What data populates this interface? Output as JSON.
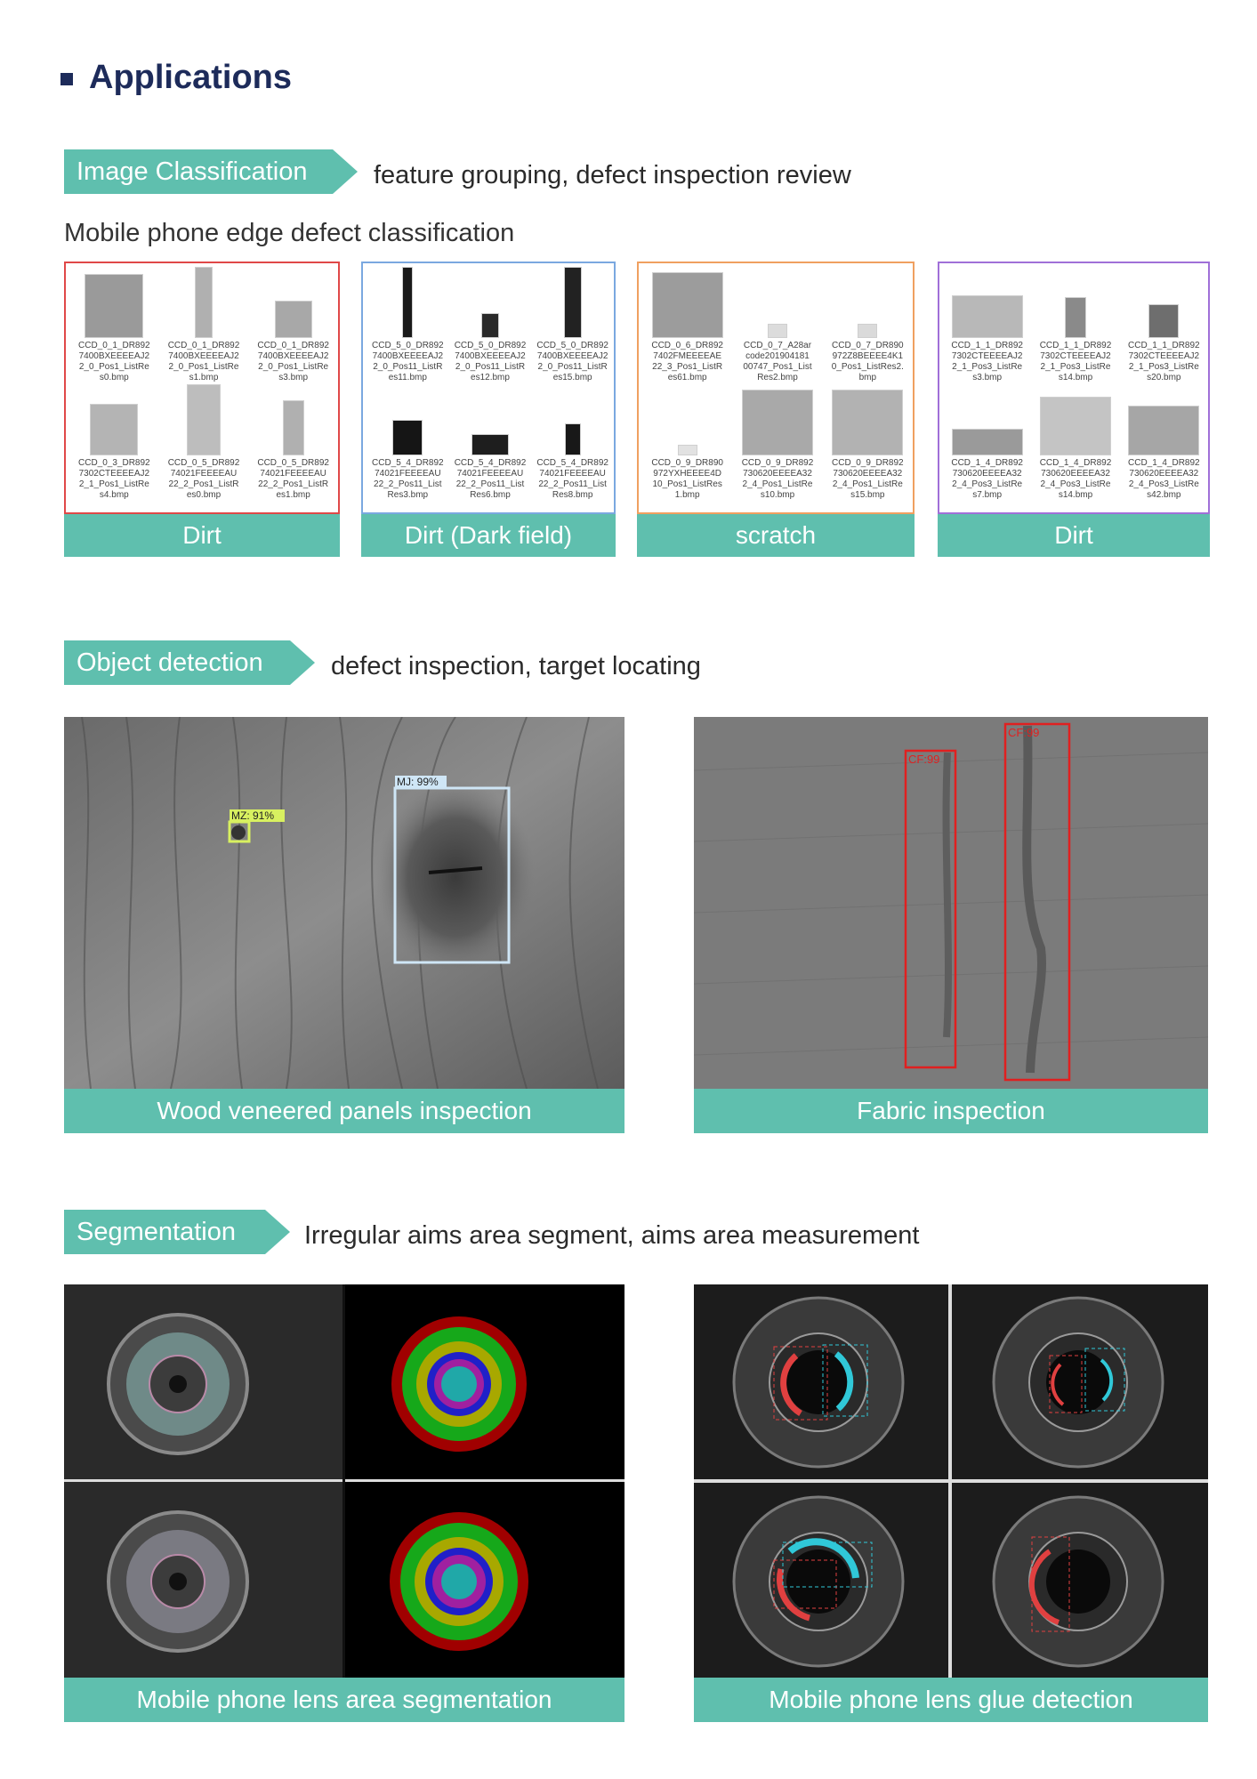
{
  "header": {
    "title": "Applications"
  },
  "sections": {
    "classification": {
      "tag": "Image Classification",
      "description": "feature grouping, defect inspection review",
      "subhead": "Mobile phone edge defect classification",
      "panels": [
        {
          "caption": "Dirt",
          "border": "#e04848",
          "thumbs": [
            "CCD_0_1_DR892\n7400BXEEEEAJ2\n2_0_Pos1_ListRe\ns0.bmp",
            "CCD_0_1_DR892\n7400BXEEEEAJ2\n2_0_Pos1_ListRe\ns1.bmp",
            "CCD_0_1_DR892\n7400BXEEEEAJ2\n2_0_Pos1_ListRe\ns3.bmp",
            "CCD_0_3_DR892\n7302CTEEEEAJ2\n2_1_Pos1_ListRe\ns4.bmp",
            "CCD_0_5_DR892\n74021FEEEEAU\n22_2_Pos1_ListR\nes0.bmp",
            "CCD_0_5_DR892\n74021FEEEEAU\n22_2_Pos1_ListR\nes1.bmp"
          ]
        },
        {
          "caption": "Dirt (Dark field)",
          "border": "#7aa8e0",
          "thumbs": [
            "CCD_5_0_DR892\n7400BXEEEEAJ2\n2_0_Pos11_ListR\nes11.bmp",
            "CCD_5_0_DR892\n7400BXEEEEAJ2\n2_0_Pos11_ListR\nes12.bmp",
            "CCD_5_0_DR892\n7400BXEEEEAJ2\n2_0_Pos11_ListR\nes15.bmp",
            "CCD_5_4_DR892\n74021FEEEEAU\n22_2_Pos11_List\nRes3.bmp",
            "CCD_5_4_DR892\n74021FEEEEAU\n22_2_Pos11_List\nRes6.bmp",
            "CCD_5_4_DR892\n74021FEEEEAU\n22_2_Pos11_List\nRes8.bmp"
          ]
        },
        {
          "caption": "scratch",
          "border": "#f0a060",
          "thumbs": [
            "CCD_0_6_DR892\n7402FMEEEEAE\n22_3_Pos1_ListR\nes61.bmp",
            "CCD_0_7_A28ar\ncode201904181\n00747_Pos1_List\nRes2.bmp",
            "CCD_0_7_DR890\n972Z8BEEEE4K1\n0_Pos1_ListRes2.\nbmp",
            "CCD_0_9_DR890\n972YXHEEEE4D\n10_Pos1_ListRes\n1.bmp",
            "CCD_0_9_DR892\n730620EEEEA32\n2_4_Pos1_ListRe\ns10.bmp",
            "CCD_0_9_DR892\n730620EEEEA32\n2_4_Pos1_ListRe\ns15.bmp"
          ]
        },
        {
          "caption": "Dirt",
          "border": "#a070d8",
          "thumbs": [
            "CCD_1_1_DR892\n7302CTEEEEAJ2\n2_1_Pos3_ListRe\ns3.bmp",
            "CCD_1_1_DR892\n7302CTEEEEAJ2\n2_1_Pos3_ListRe\ns14.bmp",
            "CCD_1_1_DR892\n7302CTEEEEAJ2\n2_1_Pos3_ListRe\ns20.bmp",
            "CCD_1_4_DR892\n730620EEEEA32\n2_4_Pos3_ListRe\ns7.bmp",
            "CCD_1_4_DR892\n730620EEEEA32\n2_4_Pos3_ListRe\ns14.bmp",
            "CCD_1_4_DR892\n730620EEEEA32\n2_4_Pos3_ListRe\ns42.bmp"
          ]
        }
      ]
    },
    "detection": {
      "tag": "Object detection",
      "description": "defect inspection, target locating",
      "wood": {
        "caption": "Wood veneered panels inspection",
        "labels": [
          "MZ: 91%",
          "MJ: 99%"
        ]
      },
      "fabric": {
        "caption": "Fabric inspection",
        "labels": [
          "CF:99",
          "CF:99"
        ]
      }
    },
    "segmentation": {
      "tag": "Segmentation",
      "description": "Irregular aims area segment, aims area measurement",
      "lens_area": {
        "caption": "Mobile phone lens area segmentation"
      },
      "lens_glue": {
        "caption": "Mobile phone lens glue detection"
      }
    }
  },
  "colors": {
    "accent": "#5fbfae",
    "title": "#1d2b5a"
  }
}
